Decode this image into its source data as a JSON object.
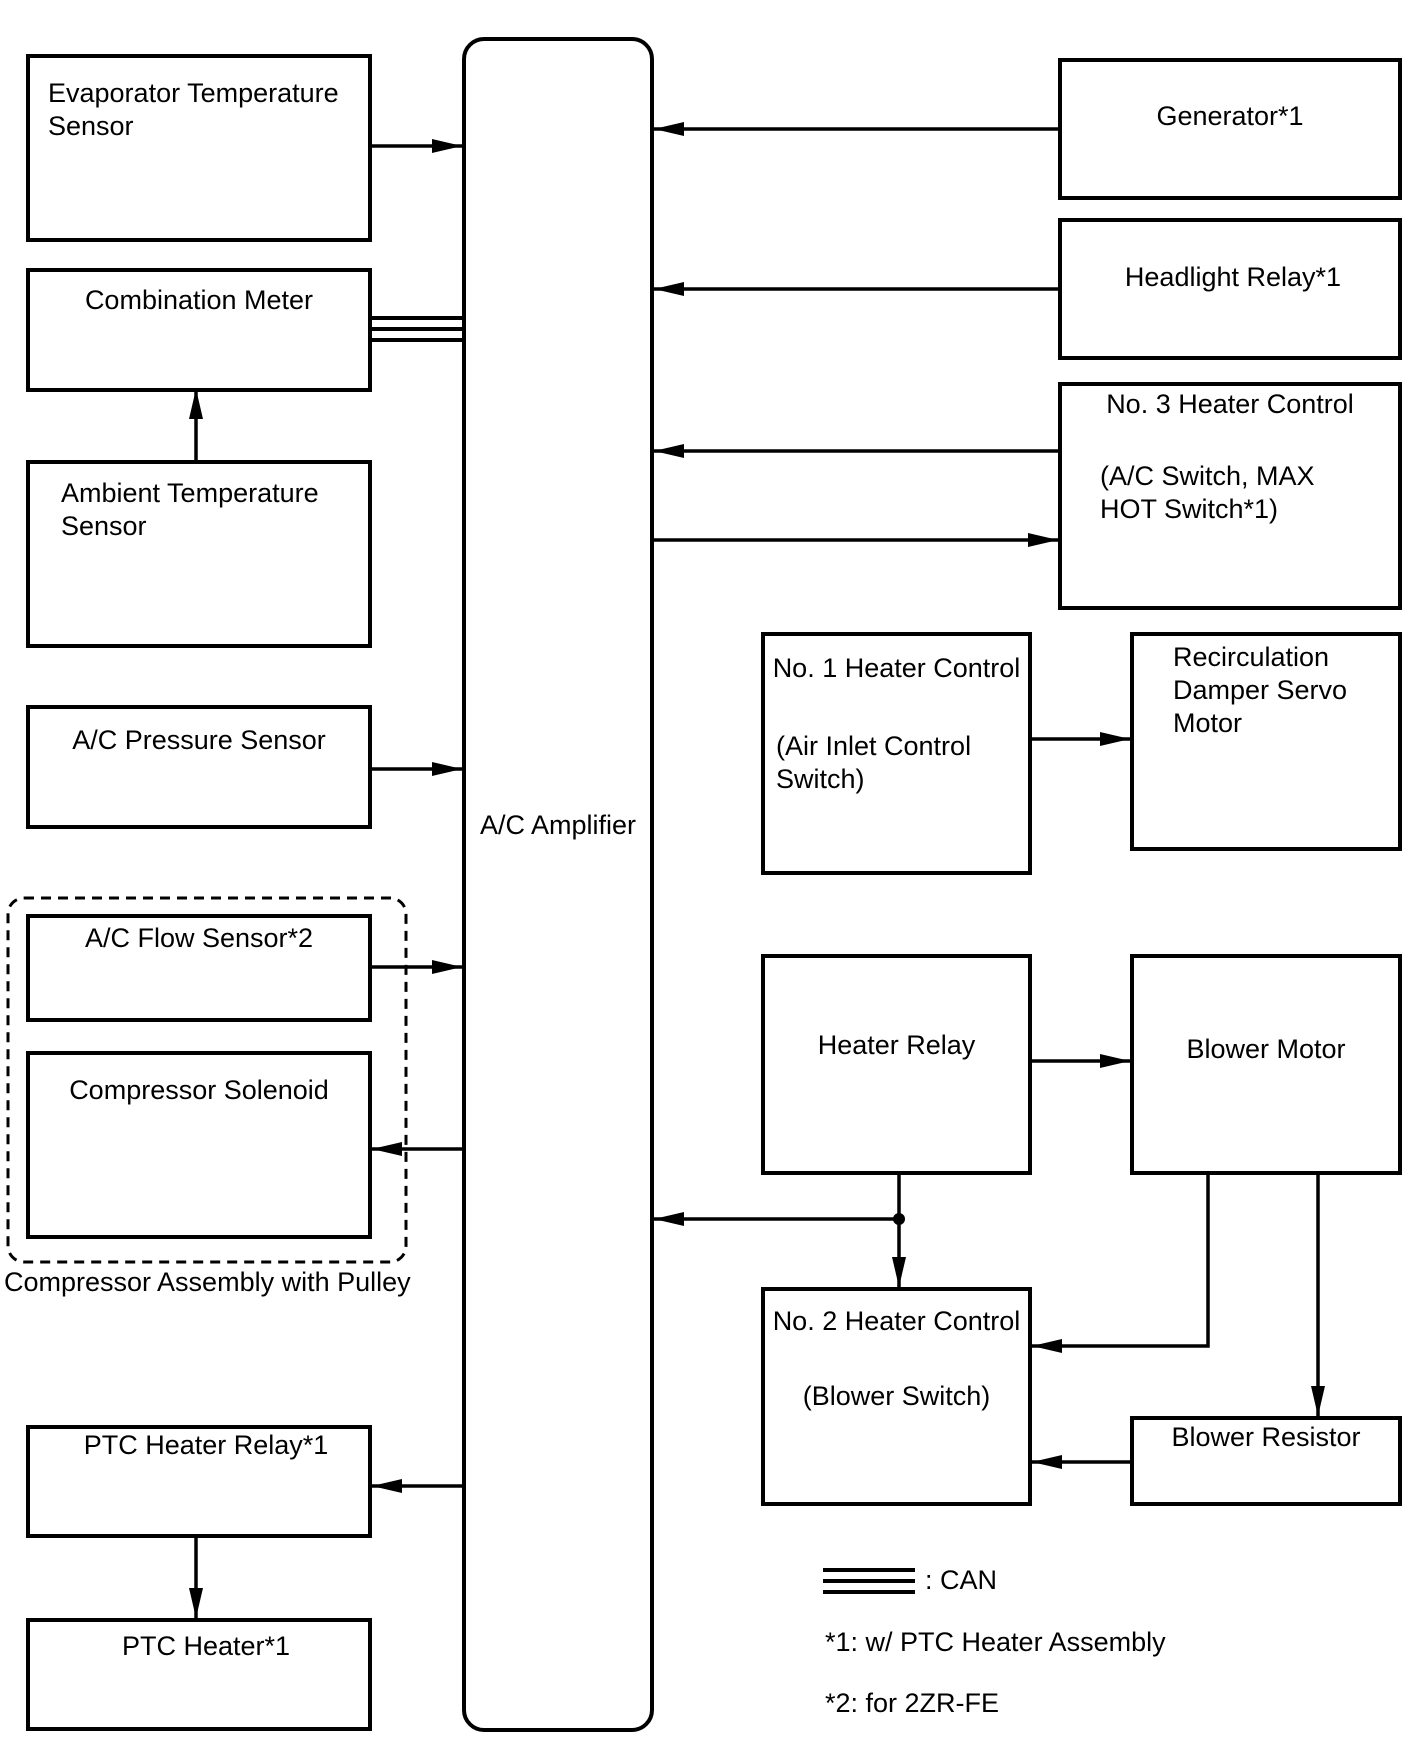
{
  "diagram": {
    "amplifier": "A/C Amplifier",
    "left": {
      "evaporator_sensor": "Evaporator Temperature\nSensor",
      "combination_meter": "Combination Meter",
      "ambient_sensor": "Ambient Temperature\nSensor",
      "pressure_sensor": "A/C Pressure Sensor",
      "flow_sensor": "A/C Flow Sensor*2",
      "compressor_solenoid": "Compressor Solenoid",
      "compressor_assembly": "Compressor Assembly with Pulley",
      "ptc_relay": "PTC Heater Relay*1",
      "ptc_heater": "PTC Heater*1"
    },
    "right": {
      "generator": "Generator*1",
      "headlight_relay": "Headlight Relay*1",
      "no3_title": "No. 3 Heater Control",
      "no3_sub": "(A/C Switch, MAX\nHOT Switch*1)",
      "no1_title": "No. 1 Heater Control",
      "no1_sub": "(Air Inlet Control\nSwitch)",
      "recirc_motor": "Recirculation\nDamper Servo\nMotor",
      "heater_relay": "Heater Relay",
      "blower_motor": "Blower Motor",
      "no2_title": "No. 2 Heater Control",
      "no2_sub": "(Blower Switch)",
      "blower_resistor": "Blower Resistor"
    },
    "legend": {
      "can": ": CAN",
      "note1": "*1: w/ PTC Heater Assembly",
      "note2": "*2: for 2ZR-FE"
    }
  }
}
